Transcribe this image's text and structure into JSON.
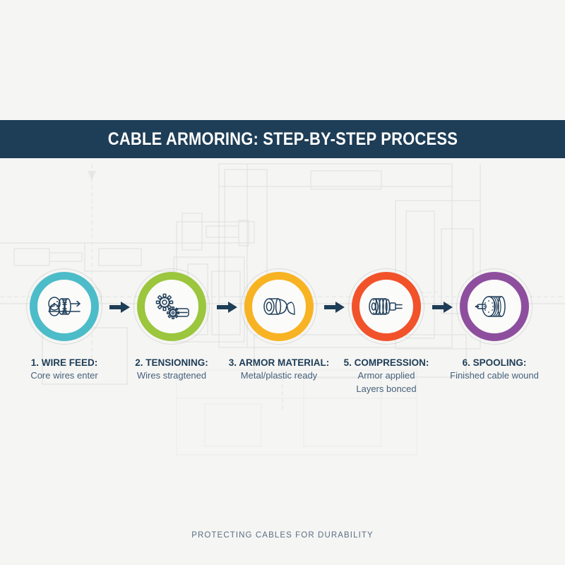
{
  "page": {
    "background_color": "#f5f5f4",
    "footer_text": "PROTECTING CABLES FOR DURABILITY"
  },
  "banner": {
    "title": "CABLE ARMORING: STEP-BY-STEP PROCESS",
    "background_color": "#1e3d56",
    "text_color": "#ffffff"
  },
  "steps": [
    {
      "title": "1. WIRE FEED:",
      "desc_line1": "Core wires enter",
      "desc_line2": "",
      "color": "#4cbcc9",
      "icon": "wire-spool-feed-icon"
    },
    {
      "title": "2. TENSIONING:",
      "desc_line1": "Wires stragtened",
      "desc_line2": "",
      "color": "#9bc63d",
      "icon": "gears-tensioner-icon"
    },
    {
      "title": "3. ARMOR MATERIAL:",
      "desc_line1": "Metal/plastic ready",
      "desc_line2": "",
      "color": "#f8b323",
      "icon": "tape-roll-icon"
    },
    {
      "title": "5. COMPRESSION:",
      "desc_line1": "Armor applied",
      "desc_line2": "Layers bonced",
      "color": "#f1522a",
      "icon": "compression-die-icon"
    },
    {
      "title": "6. SPOOLING:",
      "desc_line1": "Finished cable wound",
      "desc_line2": "",
      "color": "#8e4e9e",
      "icon": "cable-drum-icon"
    }
  ],
  "arrows": {
    "count": 4,
    "color": "#1e3d56",
    "icon": "arrow-right-icon"
  }
}
